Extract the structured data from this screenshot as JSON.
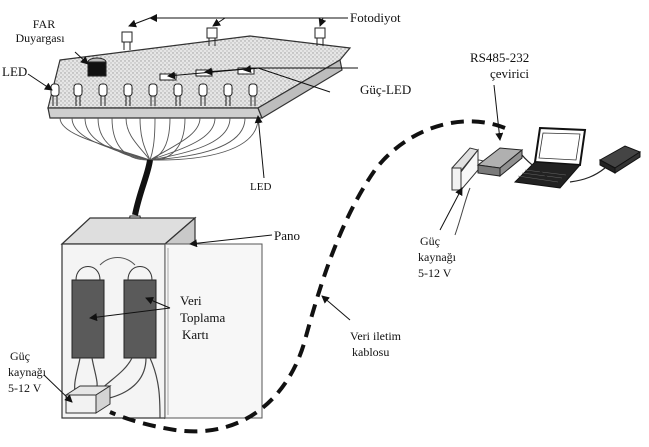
{
  "labels": {
    "fotodiyot": "Fotodiyot",
    "far_line1": "FAR",
    "far_line2": "Duyargası",
    "led_left": "LED",
    "guc_led": "Güç-LED",
    "led_bottom": "LED",
    "rs485_line1": "RS485-232",
    "rs485_line2": "çevirici",
    "pano": "Pano",
    "guc_right_1": "Güç",
    "guc_right_2": "kaynağı",
    "guc_right_3": "5-12 V",
    "veri_toplama_1": "Veri",
    "veri_toplama_2": "Toplama",
    "veri_toplama_3": "Kartı",
    "veri_iletim_1": "Veri iletim",
    "veri_iletim_2": "kablosu",
    "guc_left_1": "Güç",
    "guc_left_2": "kaynağı",
    "guc_left_3": "5-12 V"
  }
}
